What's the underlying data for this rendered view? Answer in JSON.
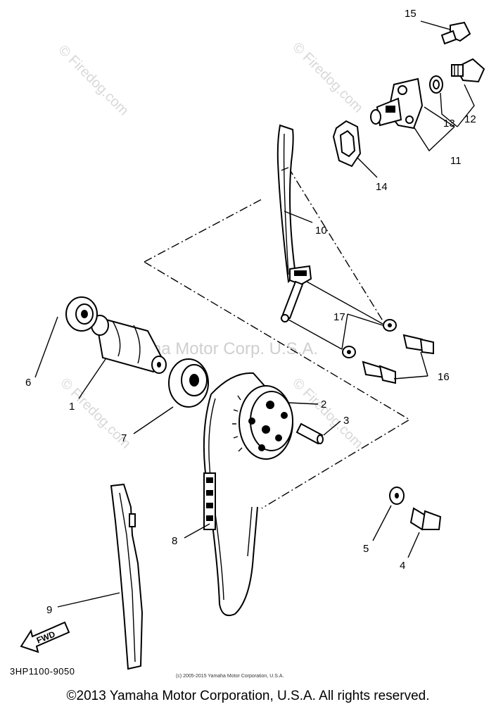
{
  "watermarks": {
    "corner": "© Firedog.com",
    "diagonal": "© Firedog.com",
    "center": "Yamaha Motor Corp. U.S.A."
  },
  "callouts": {
    "c1": "1",
    "c2": "2",
    "c3": "3",
    "c4": "4",
    "c5": "5",
    "c6": "6",
    "c7": "7",
    "c8": "8",
    "c9": "9",
    "c10": "10",
    "c11": "11",
    "c12": "12",
    "c13": "13",
    "c14": "14",
    "c15": "15",
    "c16": "16",
    "c17": "17"
  },
  "fwd_label": "FWD",
  "diagram_code": "3HP1100-9050",
  "small_copyright": "(c) 2005-2015 Yamaha Motor Corporation, U.S.A.",
  "footer_copyright": "©2013 Yamaha Motor Corporation, U.S.A. All rights reserved."
}
